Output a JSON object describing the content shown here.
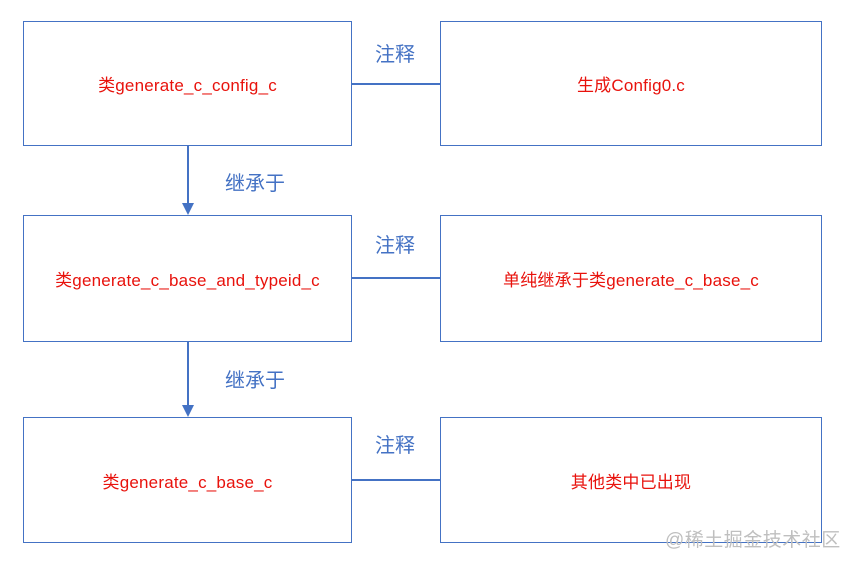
{
  "diagram": {
    "nodes": {
      "config": {
        "label": "类generate_c_config_c"
      },
      "config_note": {
        "label": "生成Config0.c"
      },
      "typeid": {
        "label": "类generate_c_base_and_typeid_c"
      },
      "typeid_note": {
        "label": "单纯继承于类generate_c_base_c"
      },
      "base": {
        "label": "类generate_c_base_c"
      },
      "base_note": {
        "label": "其他类中已出现"
      }
    },
    "edge_labels": {
      "annotation": "注释",
      "inherit": "继承于"
    },
    "colors": {
      "node_border": "#4472c4",
      "node_text": "#e8120c",
      "edge_line": "#4472c4",
      "edge_label_text": "#4472c4",
      "watermark_text": "#bfbfbf",
      "background": "#ffffff"
    },
    "watermark": {
      "text": "@稀土掘金技术社区"
    }
  }
}
